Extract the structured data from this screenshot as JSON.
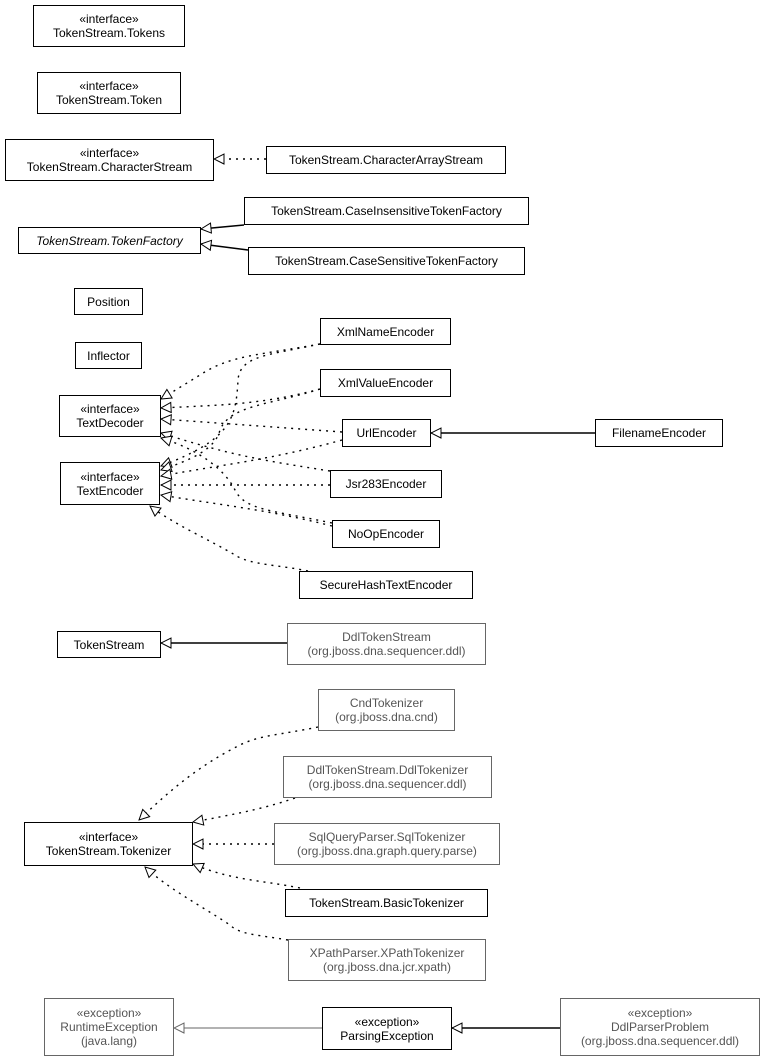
{
  "nodes": {
    "tokens": {
      "lines": [
        "«interface»",
        "TokenStream.Tokens"
      ]
    },
    "token": {
      "lines": [
        "«interface»",
        "TokenStream.Token"
      ]
    },
    "charStream": {
      "lines": [
        "«interface»",
        "TokenStream.CharacterStream"
      ]
    },
    "charArrayStream": {
      "lines": [
        "TokenStream.CharacterArrayStream"
      ]
    },
    "tokenFactory": {
      "lines": [
        "TokenStream.TokenFactory"
      ]
    },
    "caseInsensitive": {
      "lines": [
        "TokenStream.CaseInsensitiveTokenFactory"
      ]
    },
    "caseSensitive": {
      "lines": [
        "TokenStream.CaseSensitiveTokenFactory"
      ]
    },
    "position": {
      "lines": [
        "Position"
      ]
    },
    "inflector": {
      "lines": [
        "Inflector"
      ]
    },
    "xmlNameEncoder": {
      "lines": [
        "XmlNameEncoder"
      ]
    },
    "xmlValueEncoder": {
      "lines": [
        "XmlValueEncoder"
      ]
    },
    "textDecoder": {
      "lines": [
        "«interface»",
        "TextDecoder"
      ]
    },
    "urlEncoder": {
      "lines": [
        "UrlEncoder"
      ]
    },
    "filenameEncoder": {
      "lines": [
        "FilenameEncoder"
      ]
    },
    "textEncoder": {
      "lines": [
        "«interface»",
        "TextEncoder"
      ]
    },
    "jsr283Encoder": {
      "lines": [
        "Jsr283Encoder"
      ]
    },
    "noOpEncoder": {
      "lines": [
        "NoOpEncoder"
      ]
    },
    "secureHash": {
      "lines": [
        "SecureHashTextEncoder"
      ]
    },
    "tokenStream": {
      "lines": [
        "TokenStream"
      ]
    },
    "ddlTokenStream": {
      "lines": [
        "DdlTokenStream",
        "(org.jboss.dna.sequencer.ddl)"
      ]
    },
    "cndTokenizer": {
      "lines": [
        "CndTokenizer",
        "(org.jboss.dna.cnd)"
      ]
    },
    "ddlTokenizer": {
      "lines": [
        "DdlTokenStream.DdlTokenizer",
        "(org.jboss.dna.sequencer.ddl)"
      ]
    },
    "tokenizer": {
      "lines": [
        "«interface»",
        "TokenStream.Tokenizer"
      ]
    },
    "sqlTokenizer": {
      "lines": [
        "SqlQueryParser.SqlTokenizer",
        "(org.jboss.dna.graph.query.parse)"
      ]
    },
    "basicTokenizer": {
      "lines": [
        "TokenStream.BasicTokenizer"
      ]
    },
    "xpathTokenizer": {
      "lines": [
        "XPathParser.XPathTokenizer",
        "(org.jboss.dna.jcr.xpath)"
      ]
    },
    "runtimeException": {
      "lines": [
        "«exception»",
        "RuntimeException",
        "(java.lang)"
      ]
    },
    "parsingException": {
      "lines": [
        "«exception»",
        "ParsingException"
      ]
    },
    "ddlParserProblem": {
      "lines": [
        "«exception»",
        "DdlParserProblem",
        "(org.jboss.dna.sequencer.ddl)"
      ]
    }
  }
}
